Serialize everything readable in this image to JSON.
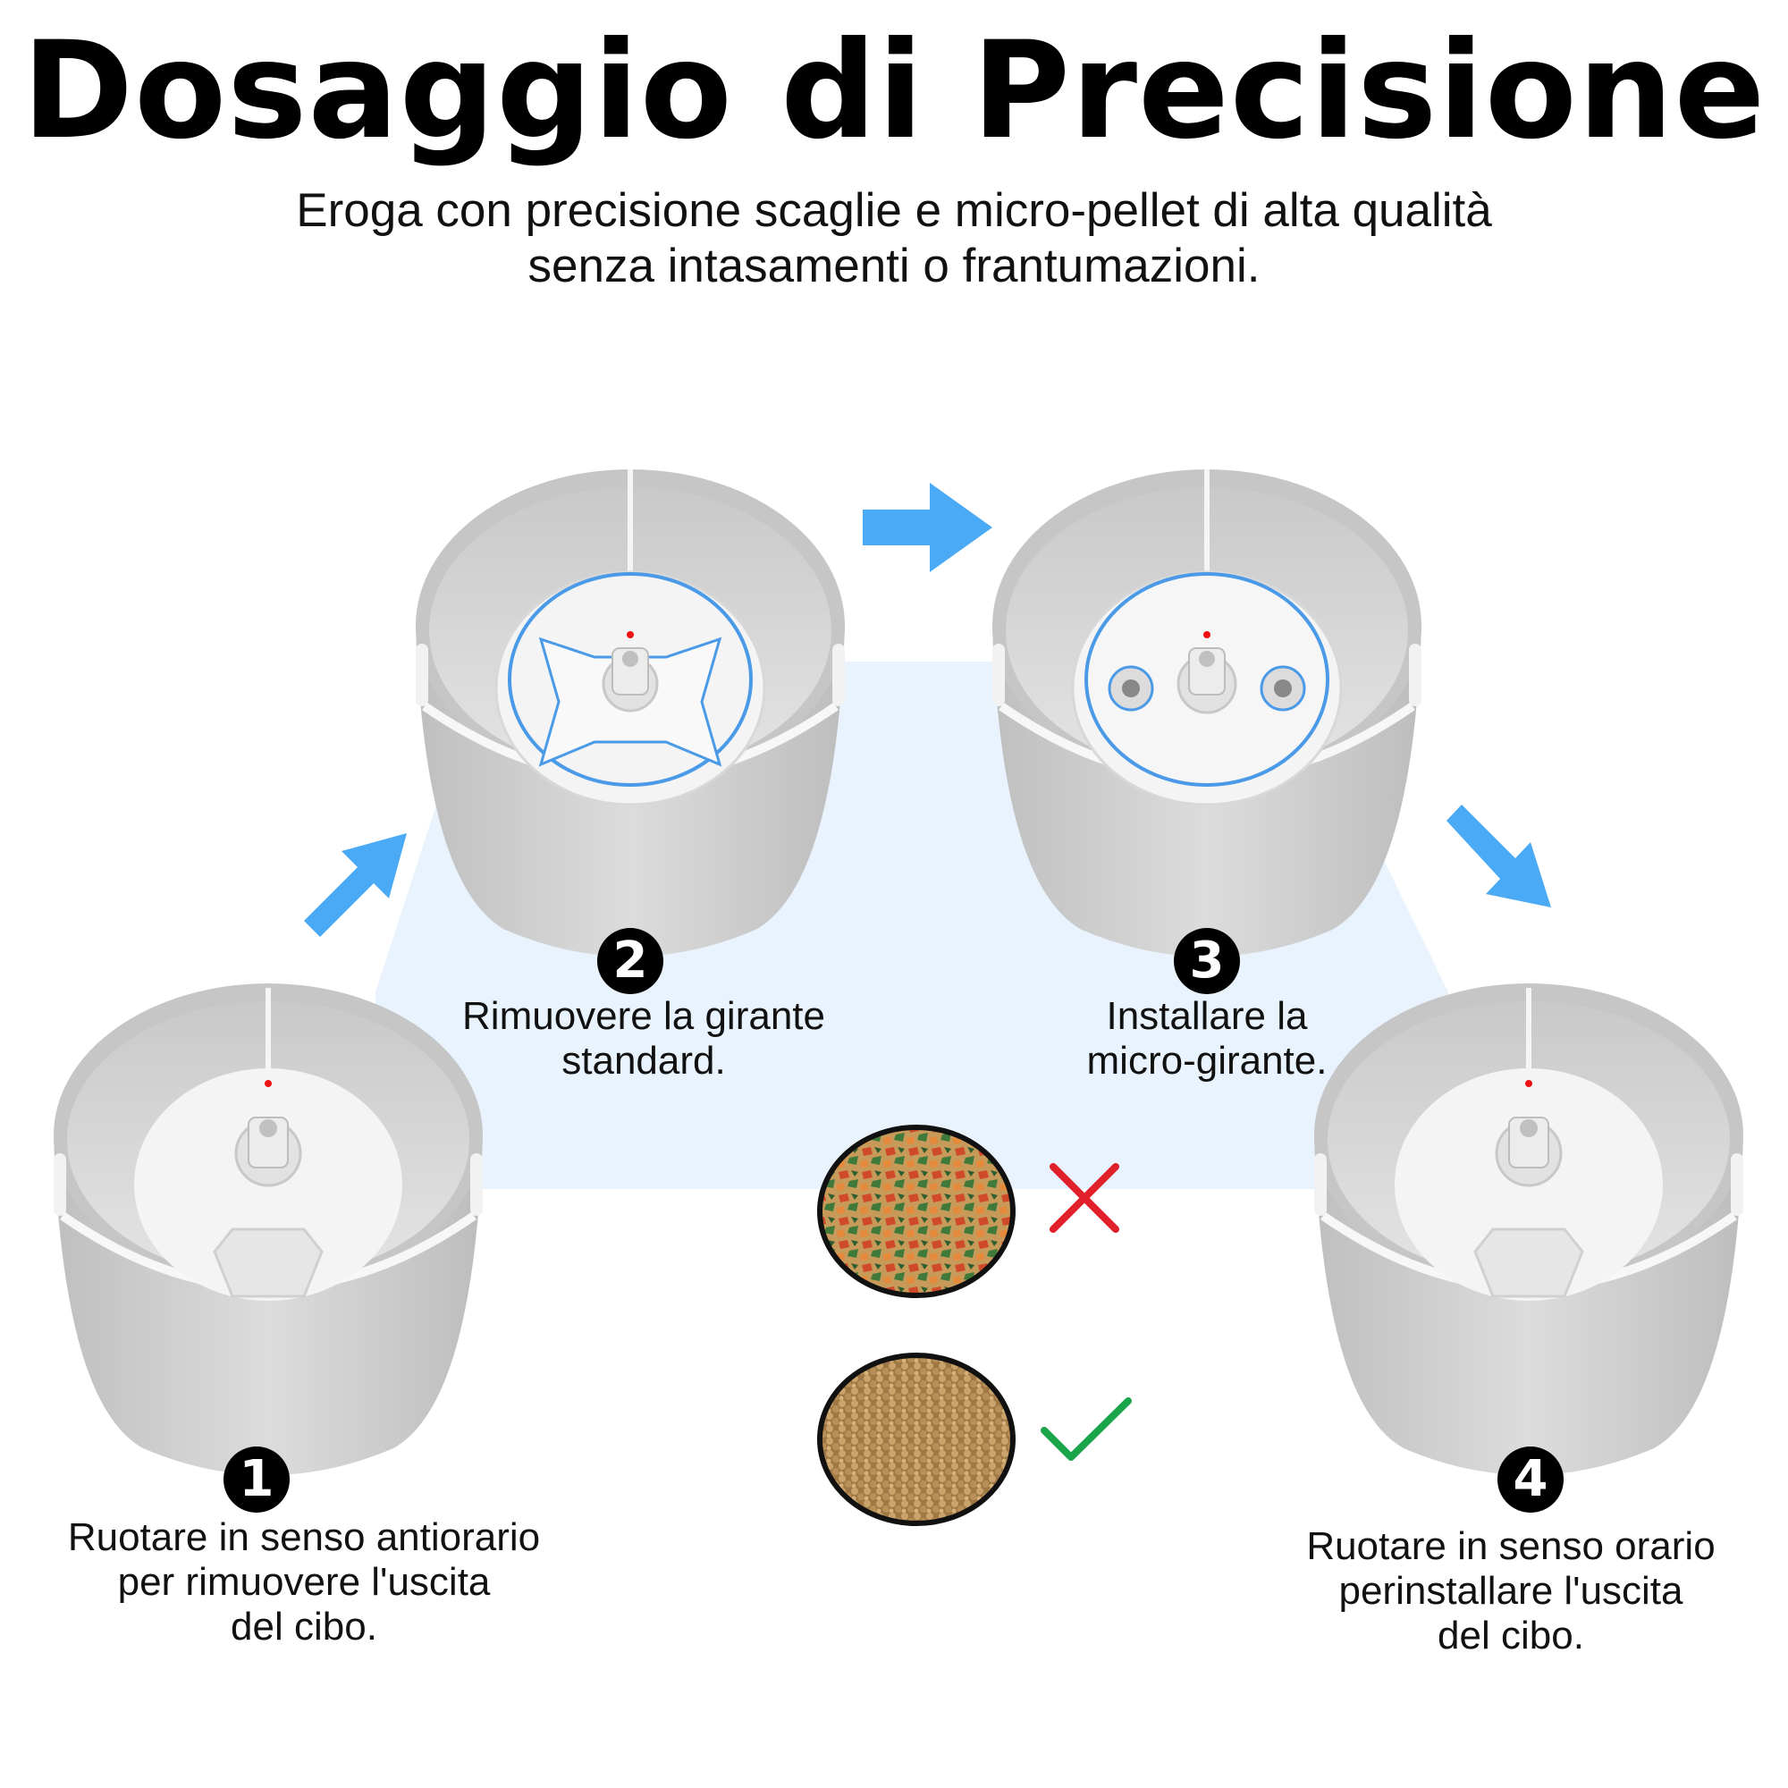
{
  "header": {
    "title": "Dosaggio di Precisione",
    "subtitle_line1": "Eroga con precisione scaglie e micro-pellet di alta qualità",
    "subtitle_line2": "senza intasamenti o frantumazioni."
  },
  "steps": [
    {
      "number": "1",
      "lines": [
        "Ruotare in senso antiorario",
        "per rimuovere l'uscita",
        "del cibo."
      ]
    },
    {
      "number": "2",
      "lines": [
        "Rimuovere la girante",
        "standard."
      ]
    },
    {
      "number": "3",
      "lines": [
        "Installare la",
        "micro-girante."
      ]
    },
    {
      "number": "4",
      "lines": [
        "Ruotare in senso orario",
        "perinstallare l'uscita",
        "del cibo."
      ]
    }
  ],
  "food_types": [
    {
      "name": "fish flakes",
      "status": "not suitable",
      "mark": "cross-icon",
      "color": "#e0202a"
    },
    {
      "name": "micro-pellets",
      "status": "suitable",
      "mark": "check-icon",
      "color": "#1aa54a"
    }
  ],
  "colors": {
    "arrow": "#4aaaf5",
    "background_area": "#e8f3fd",
    "container": "#d9d9d9",
    "impeller_outline": "#4a9ae8"
  }
}
